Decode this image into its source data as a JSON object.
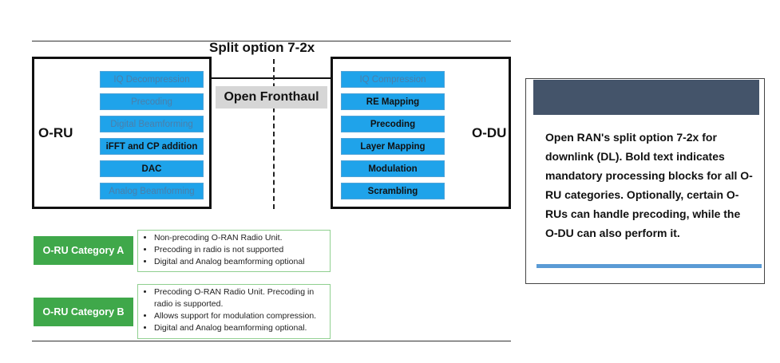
{
  "diagram": {
    "title": "Split option 7-2x",
    "oru_label": "O-RU",
    "odu_label": "O-DU",
    "fronthaul_label": "Open Fronthaul",
    "oru_blocks": [
      {
        "label": "IQ Decompression",
        "mandatory": false
      },
      {
        "label": "Precoding",
        "mandatory": false
      },
      {
        "label": "Digital Beamforming",
        "mandatory": false
      },
      {
        "label": "iFFT and CP addition",
        "mandatory": true
      },
      {
        "label": "DAC",
        "mandatory": true
      },
      {
        "label": "Analog Beamforming",
        "mandatory": false
      }
    ],
    "odu_blocks": [
      {
        "label": "IQ Compression",
        "mandatory": false
      },
      {
        "label": "RE Mapping",
        "mandatory": true
      },
      {
        "label": "Precoding",
        "mandatory": true
      },
      {
        "label": "Layer Mapping",
        "mandatory": true
      },
      {
        "label": "Modulation",
        "mandatory": true
      },
      {
        "label": "Scrambling",
        "mandatory": true
      }
    ],
    "block_color": "#1fa3ea",
    "category_color": "#3fa84a"
  },
  "categories": [
    {
      "label": "O-RU Category A",
      "items": [
        "Non-precoding O-RAN Radio Unit.",
        "Precoding in radio is not supported",
        "Digital and Analog beamforming optional"
      ]
    },
    {
      "label": "O-RU Category B",
      "items": [
        "Precoding O-RAN Radio Unit. Precoding in radio is supported.",
        "Allows support for modulation compression.",
        "Digital and Analog beamforming optional."
      ]
    }
  ],
  "caption": {
    "text": "Open RAN's split option 7-2x for downlink (DL). Bold text indicates mandatory processing blocks for all O-RU categories. Optionally, certain O-RUs can handle precoding, while the O-DU can also perform it.",
    "header_color": "#44546a",
    "accent_color": "#5b9bd5"
  }
}
